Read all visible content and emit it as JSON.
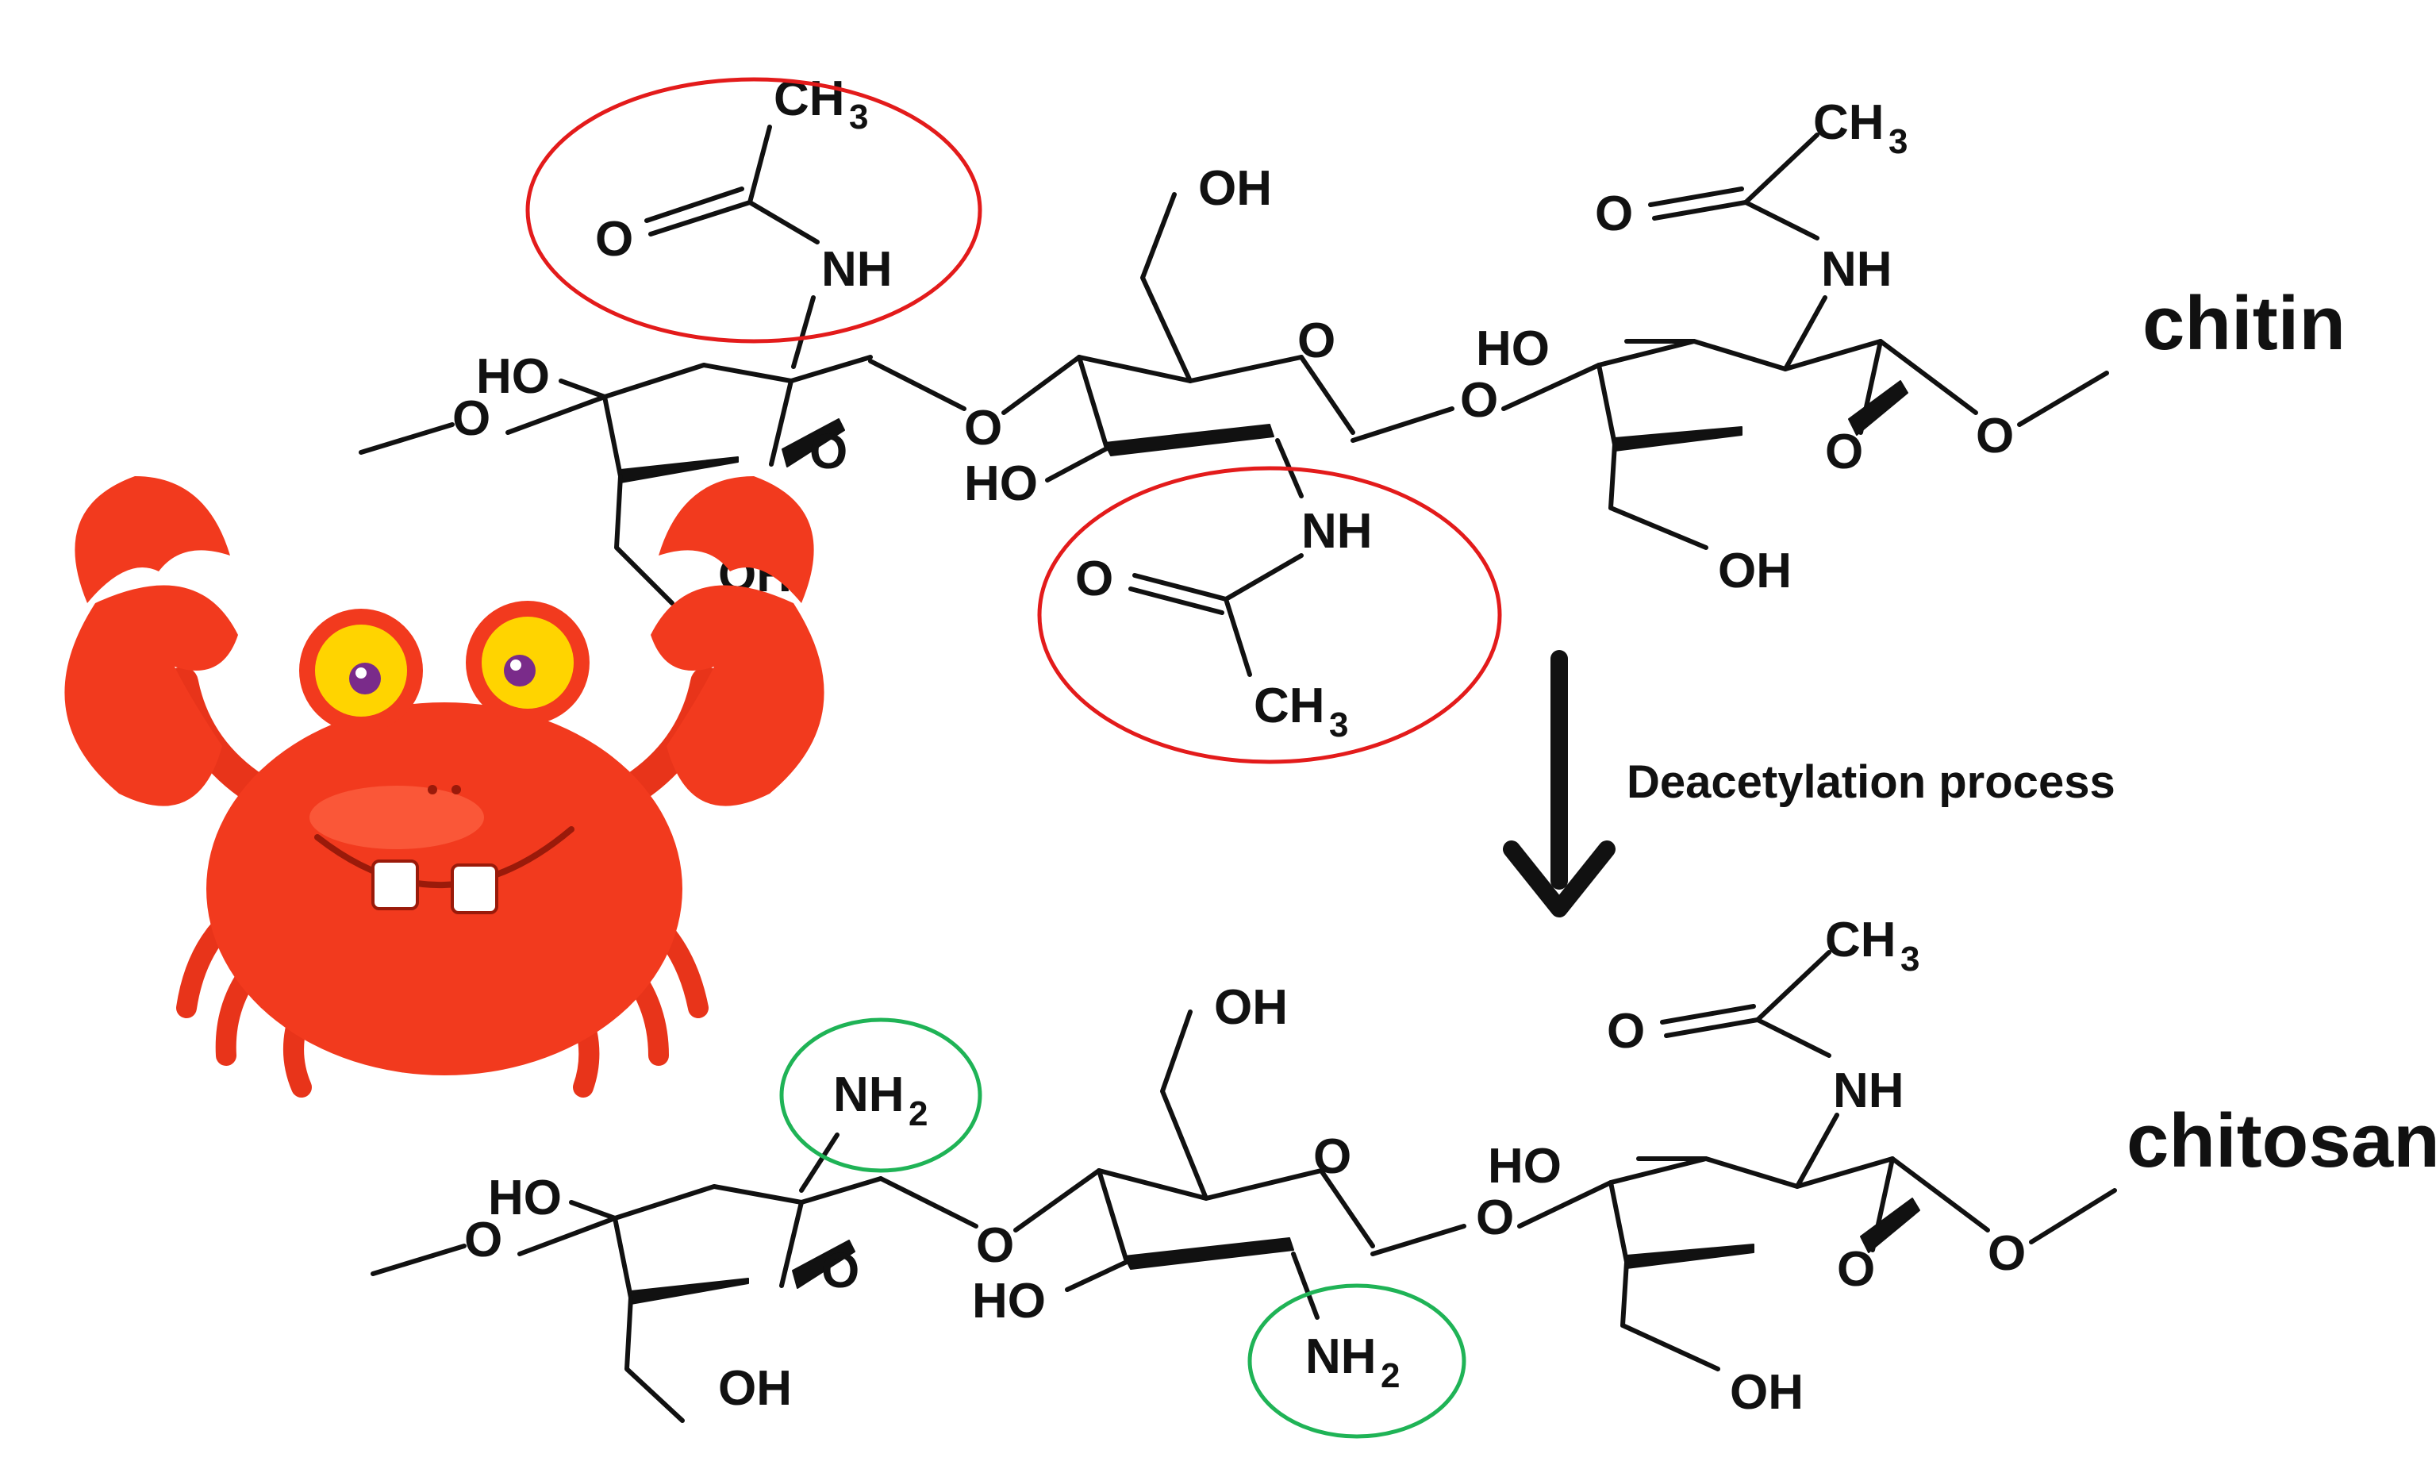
{
  "labels": {
    "chitin": "chitin",
    "chitosan": "chitosan",
    "process": "Deacetylation process"
  },
  "atoms": {
    "ch3": "CH",
    "ch3_sub": "3",
    "nh": "NH",
    "nh2": "NH",
    "nh2_sub": "2",
    "oh": "OH",
    "ho": "HO",
    "o": "O"
  },
  "colors": {
    "acetyl_highlight": "#e31b1b",
    "amine_highlight": "#1fb356",
    "crab_body": "#f23a1e",
    "crab_eye": "#ffd400",
    "bond": "#111111"
  }
}
